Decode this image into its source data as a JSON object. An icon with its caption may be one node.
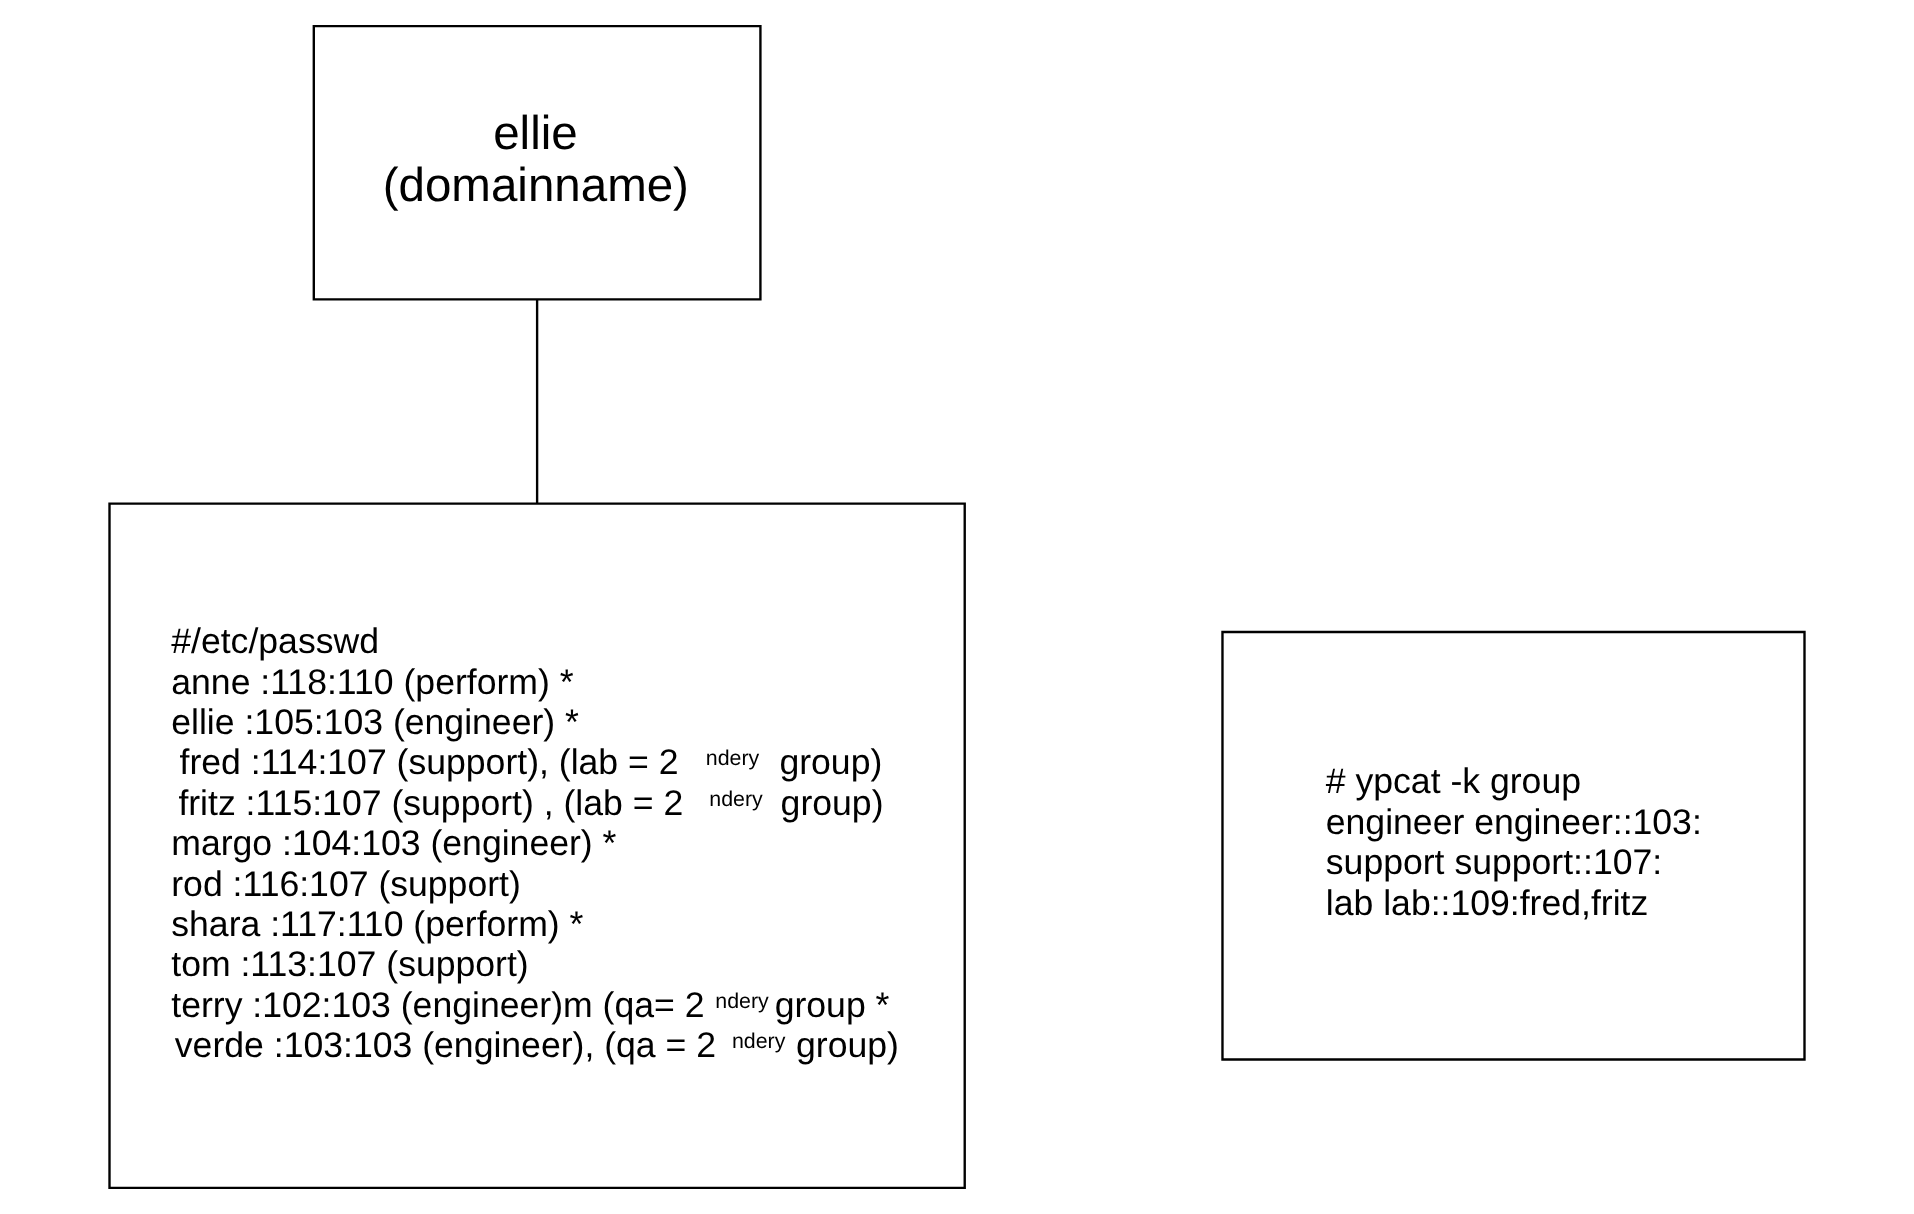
{
  "diagram": {
    "nodes": [
      {
        "text": [
          "ellie",
          "(domainname)"
        ]
      },
      {
        "text": [
          "#/etc/passwd",
          "anne :118:110 (perform) *",
          "ellie :105:103 (engineer) *",
          "fred :114:107 (support), (lab = 2$^{ndery}$ group)",
          "fritz :115:107 (support) , (lab = 2$^{ndery}$ group)",
          "margo :104:103 (engineer) *",
          "rod :116:107 (support)",
          "shara :117:110 (perform) *",
          "tom :113:107 (support)",
          "terry :102:103 (engineer)m (qa= 2$^{ndery}$ group *",
          "verde :103:103 (engineer), (qa = 2$^{ndery}$group)"
        ]
      },
      {
        "text": [
          "# ypcat -k group",
          "engineer engineer::103:",
          "support support::107:",
          "lab lab::109:fred,fritz"
        ]
      }
    ],
    "edges": [
      {
        "from": 0,
        "to": 1,
        "arrow": "none"
      }
    ]
  }
}
